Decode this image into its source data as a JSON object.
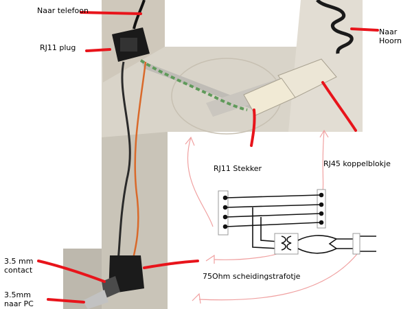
{
  "labels": {
    "naar_telefoon": "Naar telefoon",
    "rj11_plug": "RJ11 plug",
    "naar_hoorn": "Naar\nHoorn",
    "rj11_stekker": "RJ11 Stekker",
    "rj45_koppelblokje": "RJ45 koppelblokje",
    "contact_35mm": "3.5 mm\ncontact",
    "naar_pc_35mm": "3.5mm\nnaar PC",
    "scheidingstrafo": "75Ohm scheidingstrafotje"
  },
  "colors": {
    "annotation": "#e8141b",
    "sketch_red": "#f0a0a0",
    "ink": "#111111"
  }
}
